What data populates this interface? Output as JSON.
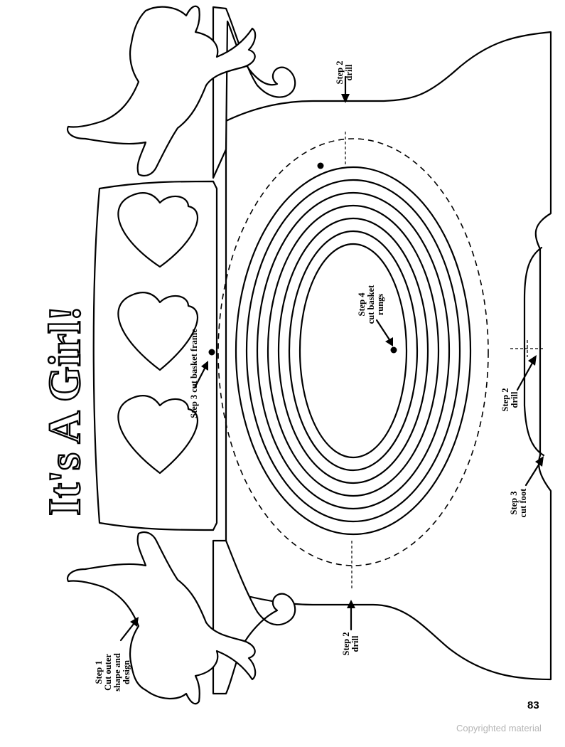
{
  "pattern": {
    "title": "It's A Girl!",
    "labels": {
      "step1": [
        "Step 1",
        "Cut outer",
        "shape and",
        "design"
      ],
      "step2_top": [
        "Step 2",
        "drill"
      ],
      "step2_bottom": [
        "Step 2",
        "drill"
      ],
      "step2_foot": [
        "Step 2",
        "drill"
      ],
      "step3_frame": "Step 3 cut basket frame",
      "step3_foot": [
        "Step 3",
        "cut foot"
      ],
      "step4": [
        "Step 4",
        "cut basket",
        "rungs"
      ]
    }
  },
  "page_number": "83",
  "copyright": "Copyrighted material"
}
